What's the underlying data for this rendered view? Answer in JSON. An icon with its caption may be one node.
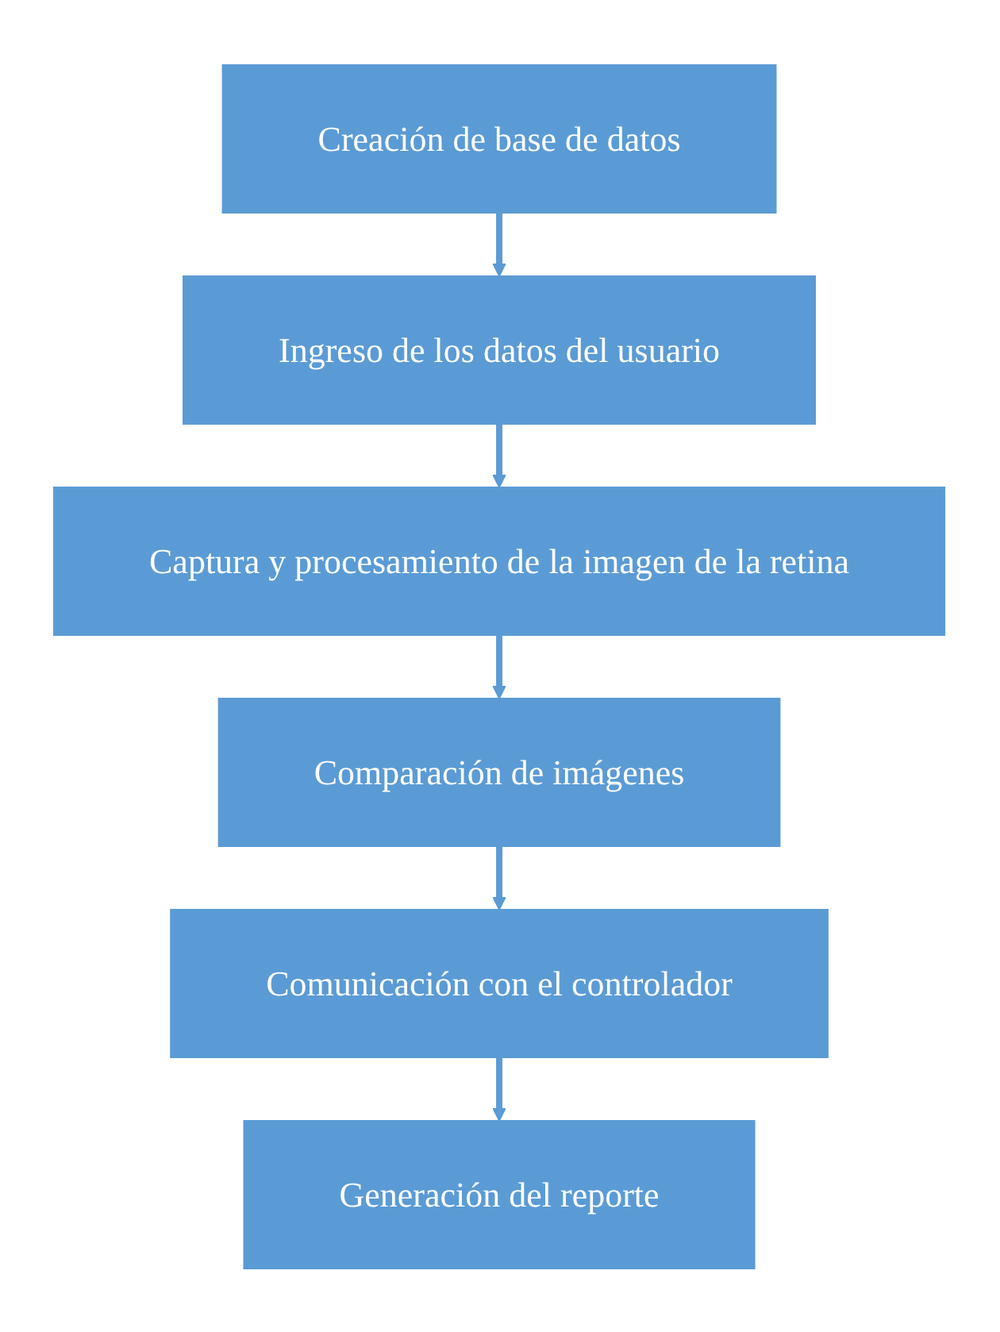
{
  "diagram": {
    "nodes": [
      {
        "text": [
          "Creación de base de datos"
        ]
      },
      {
        "text": [
          "Ingreso de los datos del usuario"
        ]
      },
      {
        "text": [
          "Captura y procesamiento de la imagen de la retina"
        ]
      },
      {
        "text": [
          "Comparación de imágenes"
        ]
      },
      {
        "text": [
          "Comunicación con el controlador"
        ]
      },
      {
        "text": [
          "Generación del reporte"
        ]
      }
    ],
    "edges": [
      {
        "from": 0,
        "to": 1,
        "arrow": "to"
      },
      {
        "from": 1,
        "to": 2,
        "arrow": "to"
      },
      {
        "from": 2,
        "to": 3,
        "arrow": "to"
      },
      {
        "from": 3,
        "to": 4,
        "arrow": "to"
      },
      {
        "from": 4,
        "to": 5,
        "arrow": "to"
      }
    ]
  }
}
